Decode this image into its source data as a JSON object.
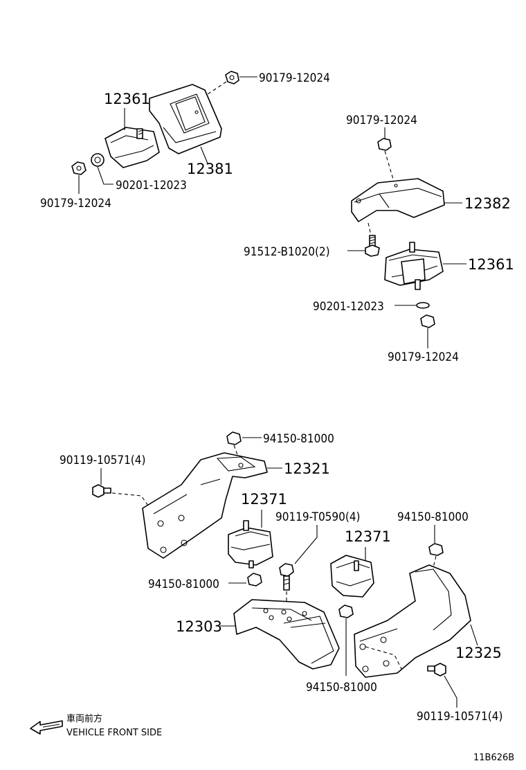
{
  "diagram_id": "11B626B",
  "front_indicator": {
    "japanese": "車両前方",
    "english": "VEHICLE FRONT SIDE"
  },
  "labels": {
    "p1_nut": "90179-12024",
    "p1_mount": "12361",
    "p1_cover": "12381",
    "p1_washer": "90201-12023",
    "p1_nut_left": "90179-12024",
    "p2_nut_top": "90179-12024",
    "p2_cover": "12382",
    "p2_bolt": "91512-B1020(2)",
    "p2_mount": "12361",
    "p2_washer": "90201-12023",
    "p2_nut_bottom": "90179-12024",
    "p3_nut_top": "94150-81000",
    "p3_bolt_left": "90119-10571(4)",
    "p3_bracket": "12321",
    "p3_mount_left": "12371",
    "p3_bolt_mid": "90119-T0590(4)",
    "p3_nut_right_top": "94150-81000",
    "p3_mount_right": "12371",
    "p3_nut_left": "94150-81000",
    "p3_crossmember": "12303",
    "p3_bracket_right": "12325",
    "p3_nut_bottom": "94150-81000",
    "p3_bolt_right": "90119-10571(4)"
  }
}
